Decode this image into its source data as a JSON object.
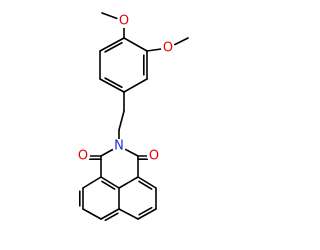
{
  "molecule": {
    "atoms": [
      {
        "id": "o_methoxy_top",
        "symbol": "O",
        "color": "#e8000b"
      },
      {
        "id": "o_methoxy_right",
        "symbol": "O",
        "color": "#e8000b"
      },
      {
        "id": "o_carbonyl_left",
        "symbol": "O",
        "color": "#e8000b"
      },
      {
        "id": "o_carbonyl_right",
        "symbol": "O",
        "color": "#e8000b"
      },
      {
        "id": "n_imide",
        "symbol": "N",
        "color": "#1c2fd8"
      }
    ],
    "bond_color": "#000000"
  }
}
